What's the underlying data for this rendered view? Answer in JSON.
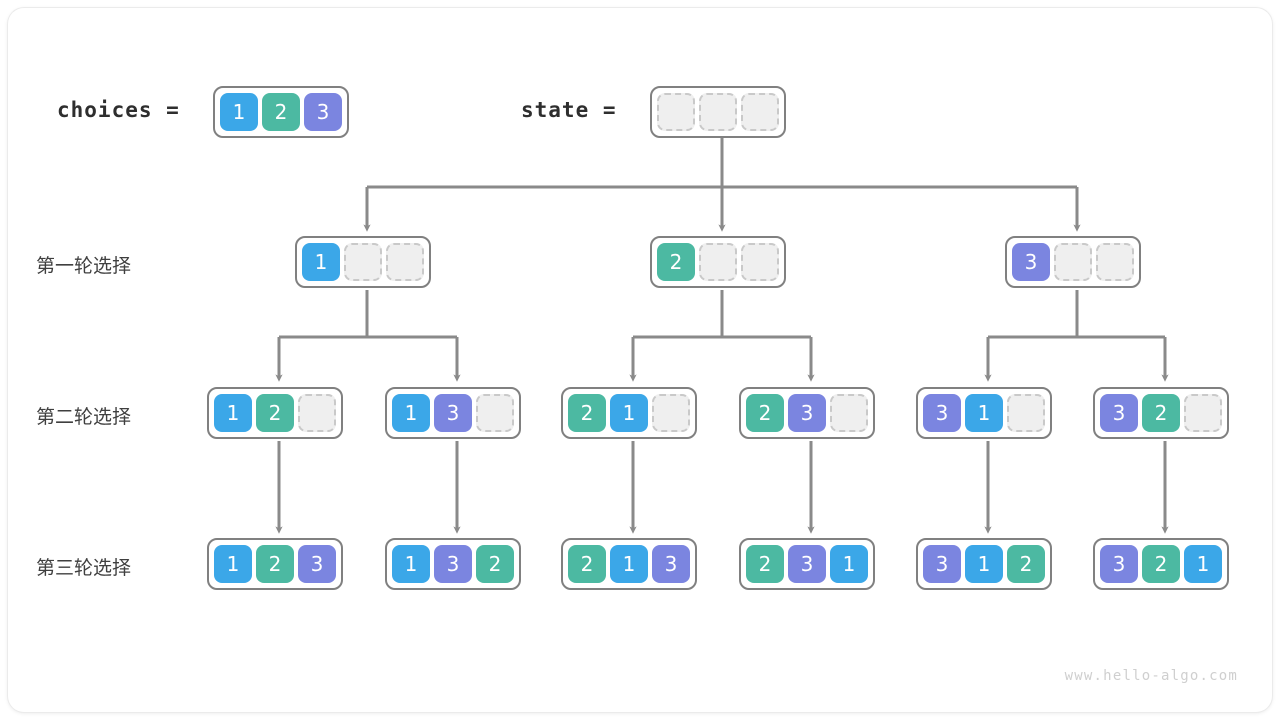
{
  "diagram": {
    "title": "backtracking permutation decision tree",
    "watermark": "www.hello-algo.com",
    "choices_label": "choices =",
    "state_label": "state =",
    "row_labels": {
      "round1": "第一轮选择",
      "round2": "第二轮选择",
      "round3": "第三轮选择"
    },
    "colors": {
      "value1": "#3ba7e8",
      "value2": "#4cb9a2",
      "value3": "#7b85e0",
      "empty_fill": "#efefef",
      "empty_border": "#c9c9c9",
      "box_border": "#808080",
      "wire": "#8a8a8a",
      "text": "#2e2e2e",
      "watermark": "#cfcfcf",
      "background": "#ffffff"
    },
    "choices": [
      "1",
      "2",
      "3"
    ],
    "state": [
      "",
      "",
      ""
    ],
    "round1": [
      {
        "cells": [
          "1",
          "",
          ""
        ]
      },
      {
        "cells": [
          "2",
          "",
          ""
        ]
      },
      {
        "cells": [
          "3",
          "",
          ""
        ]
      }
    ],
    "round2": [
      {
        "cells": [
          "1",
          "2",
          ""
        ]
      },
      {
        "cells": [
          "1",
          "3",
          ""
        ]
      },
      {
        "cells": [
          "2",
          "1",
          ""
        ]
      },
      {
        "cells": [
          "2",
          "3",
          ""
        ]
      },
      {
        "cells": [
          "3",
          "1",
          ""
        ]
      },
      {
        "cells": [
          "3",
          "2",
          ""
        ]
      }
    ],
    "round3": [
      {
        "cells": [
          "1",
          "2",
          "3"
        ]
      },
      {
        "cells": [
          "1",
          "3",
          "2"
        ]
      },
      {
        "cells": [
          "2",
          "1",
          "3"
        ]
      },
      {
        "cells": [
          "2",
          "3",
          "1"
        ]
      },
      {
        "cells": [
          "3",
          "1",
          "2"
        ]
      },
      {
        "cells": [
          "3",
          "2",
          "1"
        ]
      }
    ]
  }
}
